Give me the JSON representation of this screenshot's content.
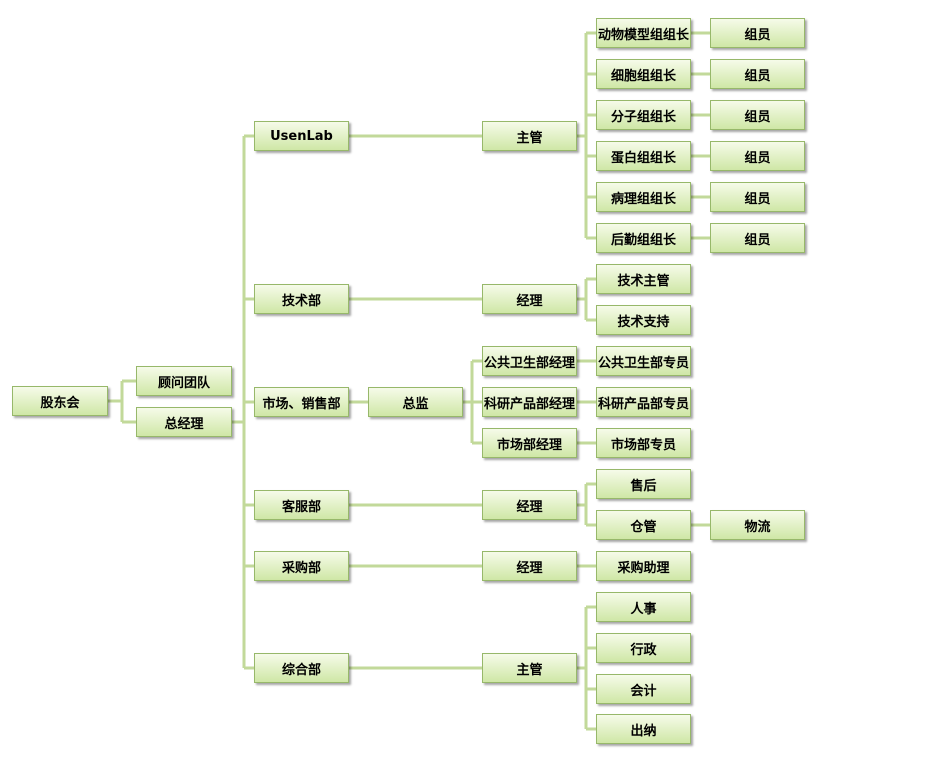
{
  "org_chart": {
    "root": "股东会",
    "advisor": "顾问团队",
    "gm": "总经理",
    "departments": {
      "usenlab": "UsenLab",
      "tech": "技术部",
      "marketing": "市场、销售部",
      "service": "客服部",
      "purchase": "采购部",
      "general": "综合部"
    },
    "usenlab_head": "主管",
    "usenlab_leaders": [
      "动物模型组组长",
      "细胞组组长",
      "分子组组长",
      "蛋白组组长",
      "病理组组长",
      "后勤组组长"
    ],
    "member": "组员",
    "tech_head": "经理",
    "tech_staff": [
      "技术主管",
      "技术支持"
    ],
    "marketing_head": "总监",
    "marketing_managers": [
      "公共卫生部经理",
      "科研产品部经理",
      "市场部经理"
    ],
    "marketing_staff": [
      "公共卫生部专员",
      "科研产品部专员",
      "市场部专员"
    ],
    "service_head": "经理",
    "service_staff": [
      "售后",
      "仓管"
    ],
    "logistics": "物流",
    "purchase_head": "经理",
    "purchase_staff": "采购助理",
    "general_head": "主管",
    "general_staff": [
      "人事",
      "行政",
      "会计",
      "出纳"
    ]
  }
}
